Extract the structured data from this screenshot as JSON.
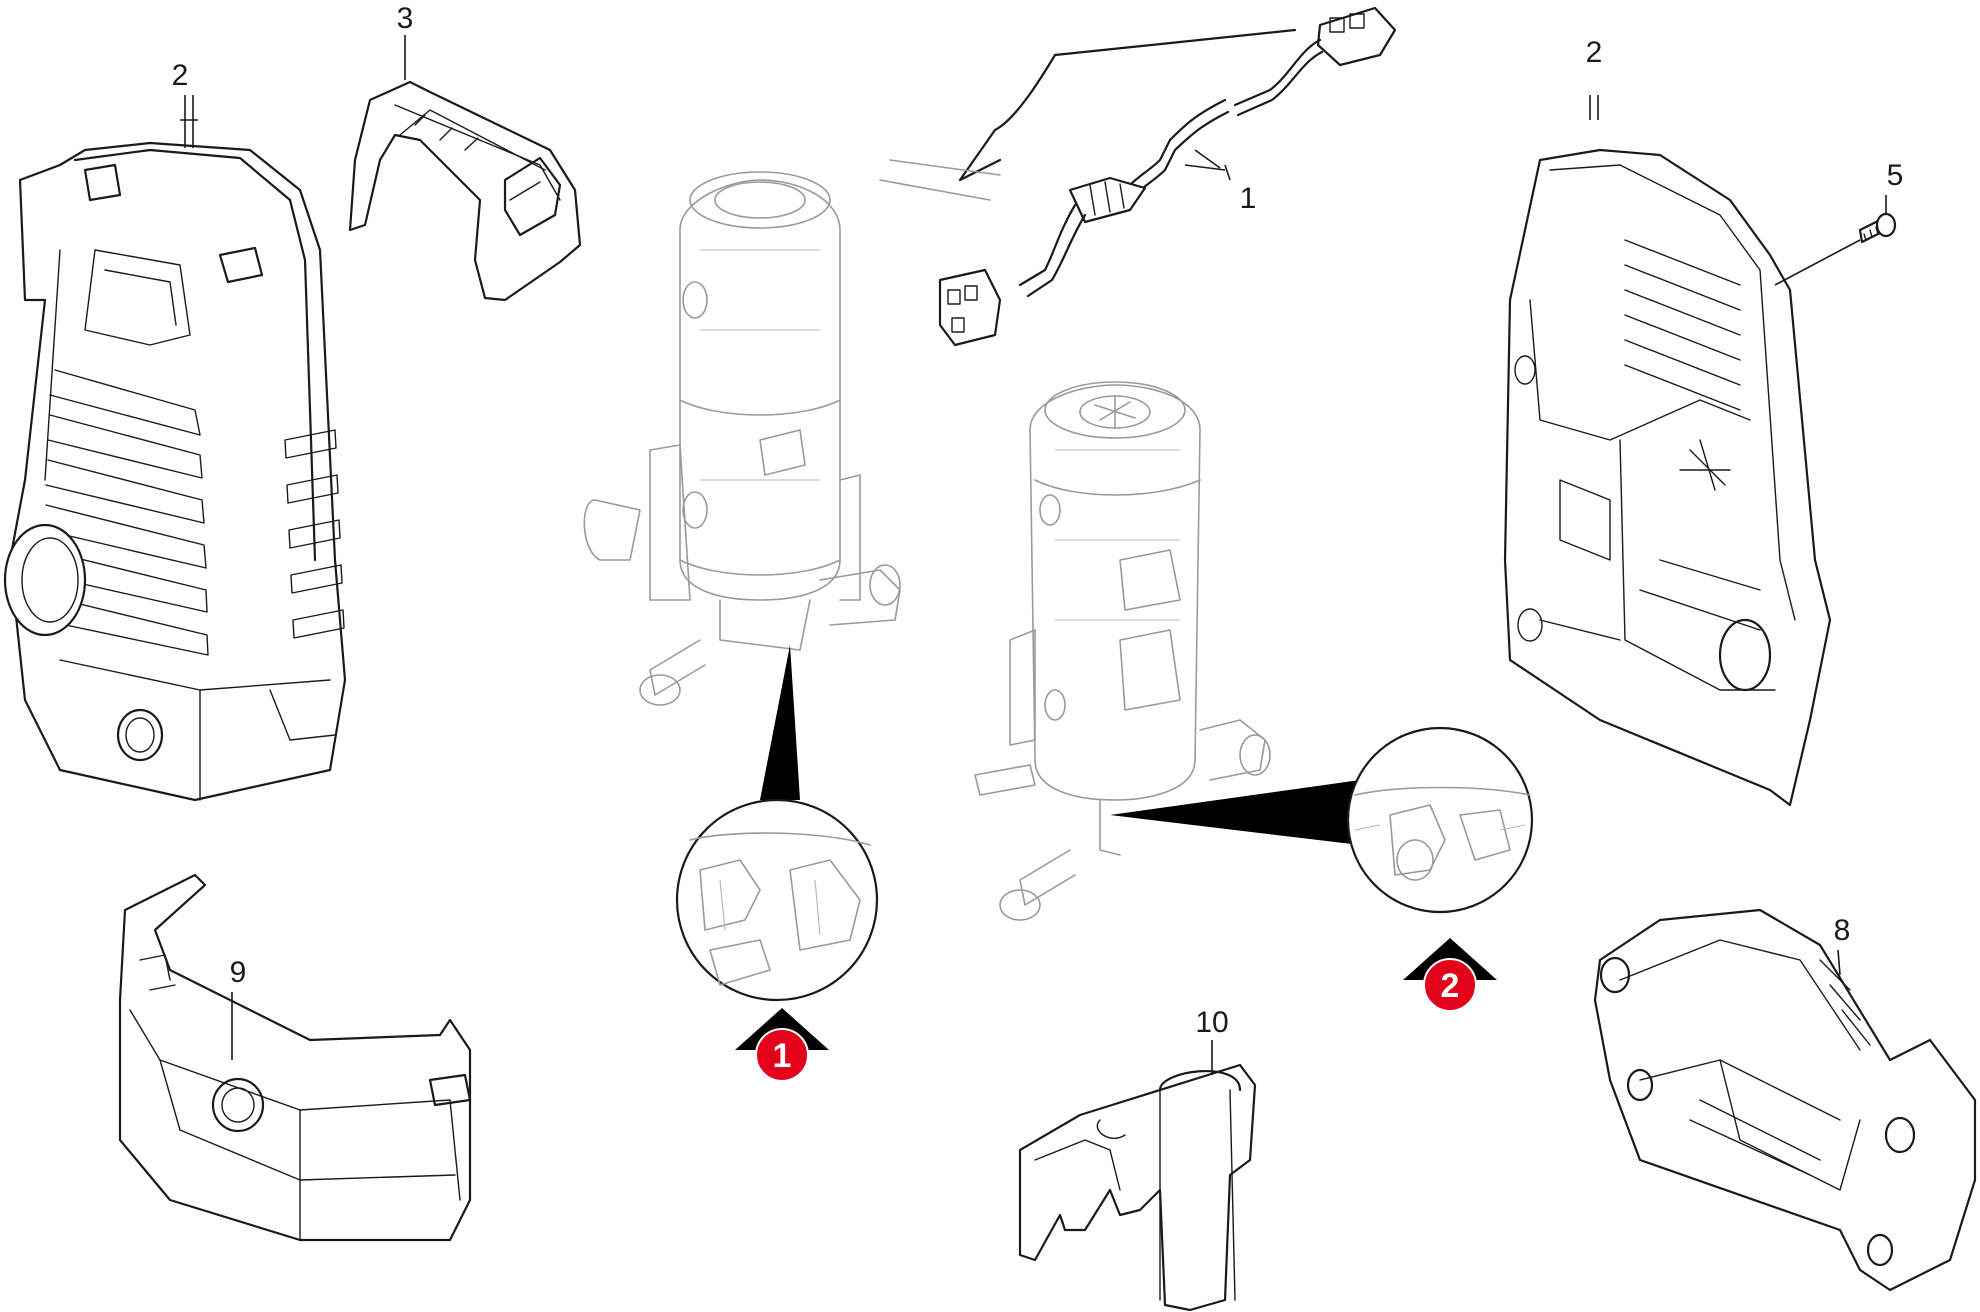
{
  "diagram": {
    "type": "exploded-parts-view",
    "part_labels": [
      {
        "id": "p1",
        "text": "1"
      },
      {
        "id": "p2a",
        "text": "2"
      },
      {
        "id": "p2b",
        "text": "2"
      },
      {
        "id": "p3",
        "text": "3"
      },
      {
        "id": "p5",
        "text": "5"
      },
      {
        "id": "p8",
        "text": "8"
      },
      {
        "id": "p9",
        "text": "9"
      },
      {
        "id": "p10",
        "text": "10"
      }
    ],
    "view_markers": [
      {
        "id": "m1",
        "text": "1",
        "color": "#e3001b"
      },
      {
        "id": "m2",
        "text": "2",
        "color": "#e3001b"
      }
    ],
    "colors": {
      "line": "#1a1a1a",
      "ghost_line": "#9a9a9a",
      "marker": "#e3001b"
    }
  }
}
